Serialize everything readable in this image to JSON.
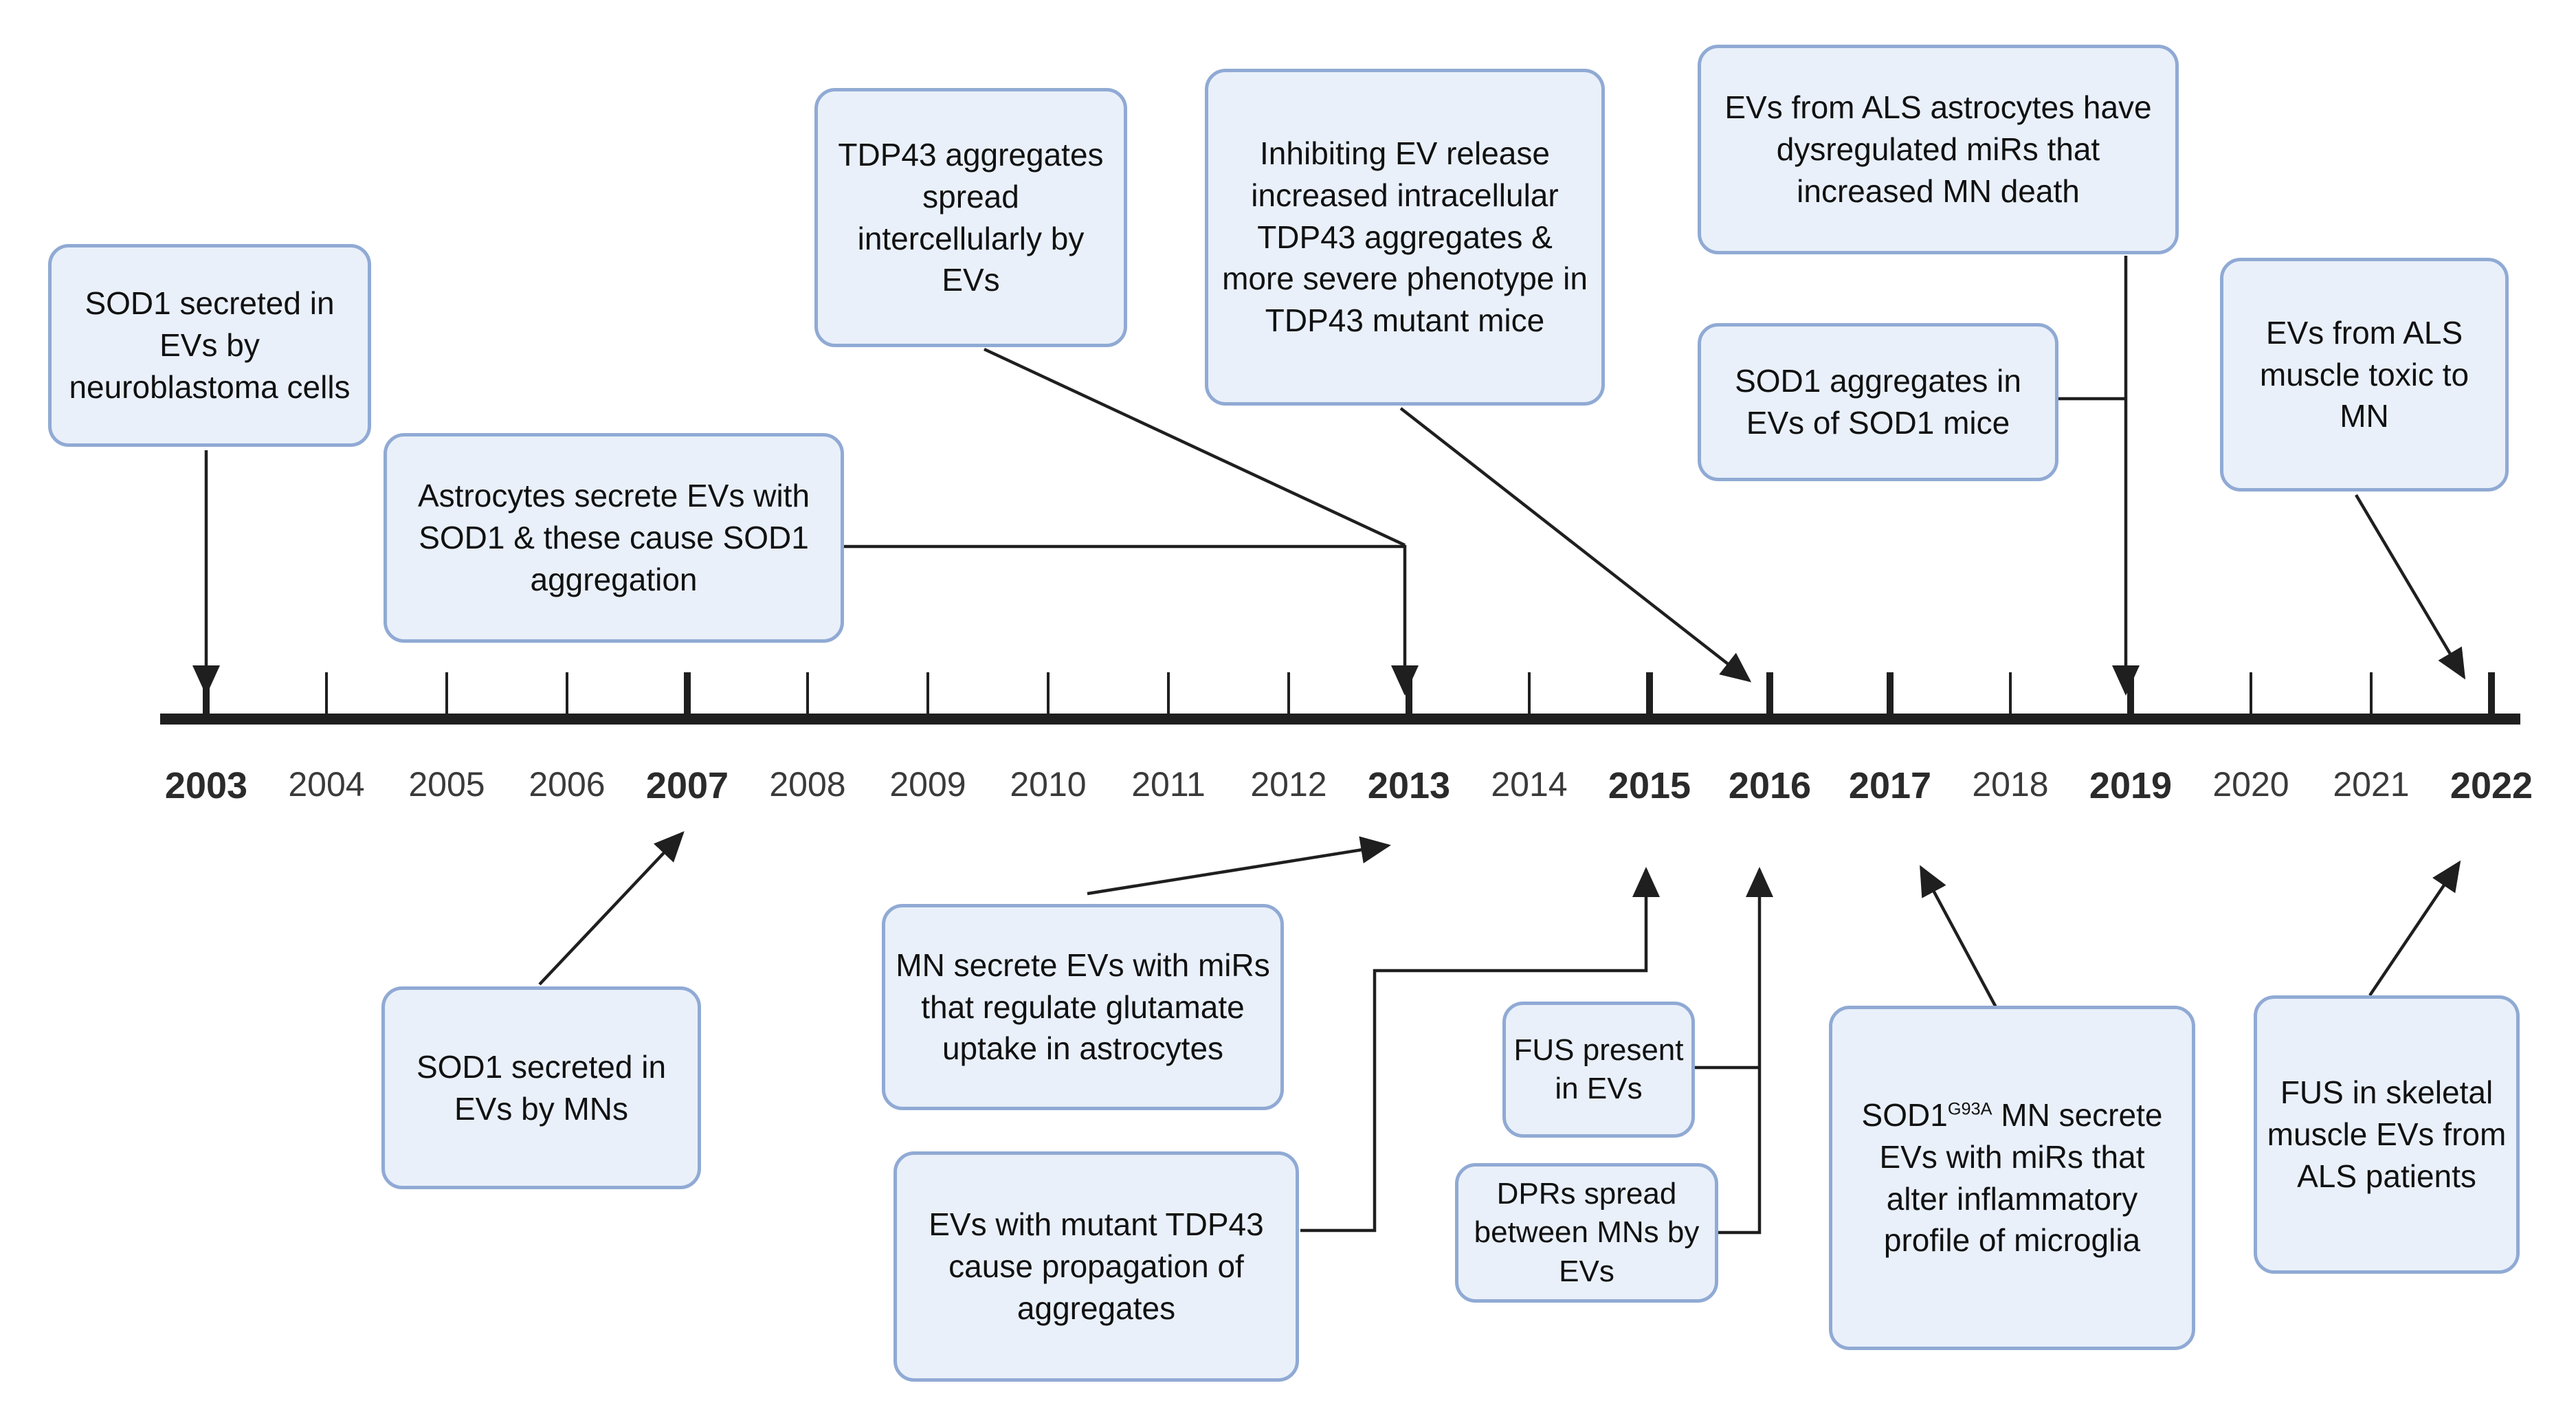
{
  "figure": {
    "description": "Timeline of extracellular vesicle (EV) discoveries in ALS from 2003 to 2022",
    "background": "#ffffff"
  },
  "colors": {
    "box_fill": "#e9f0fa",
    "box_border": "#90aad4",
    "line": "#1f1f1f",
    "year_regular": "#3a3a3a",
    "year_bold": "#2b2b2b"
  },
  "timeline": {
    "years": [
      {
        "label": "2003",
        "bold": true
      },
      {
        "label": "2004",
        "bold": false
      },
      {
        "label": "2005",
        "bold": false
      },
      {
        "label": "2006",
        "bold": false
      },
      {
        "label": "2007",
        "bold": true
      },
      {
        "label": "2008",
        "bold": false
      },
      {
        "label": "2009",
        "bold": false
      },
      {
        "label": "2010",
        "bold": false
      },
      {
        "label": "2011",
        "bold": false
      },
      {
        "label": "2012",
        "bold": false
      },
      {
        "label": "2013",
        "bold": true
      },
      {
        "label": "2014",
        "bold": false
      },
      {
        "label": "2015",
        "bold": true
      },
      {
        "label": "2016",
        "bold": true
      },
      {
        "label": "2017",
        "bold": true
      },
      {
        "label": "2018",
        "bold": false
      },
      {
        "label": "2019",
        "bold": true
      },
      {
        "label": "2020",
        "bold": false
      },
      {
        "label": "2021",
        "bold": false
      },
      {
        "label": "2022",
        "bold": true
      }
    ]
  },
  "events_above": [
    {
      "points_to": "2003",
      "text": "SOD1 secreted in EVs by neuroblastoma cells"
    },
    {
      "points_to": "2013",
      "text": "Astrocytes secrete EVs with SOD1 & these cause SOD1 aggregation"
    },
    {
      "points_to": "2013",
      "text": "TDP43 aggregates spread intercellularly by EVs"
    },
    {
      "points_to": "2016",
      "text": "Inhibiting EV release increased intracellular TDP43 aggregates & more severe phenotype in TDP43 mutant mice"
    },
    {
      "points_to": "2019",
      "text": "EVs from ALS astrocytes have dysregulated miRs that increased MN death"
    },
    {
      "points_to": "2019",
      "text": "SOD1 aggregates in EVs of SOD1 mice"
    },
    {
      "points_to": "2022",
      "text": "EVs from ALS muscle toxic to MN"
    }
  ],
  "events_below": [
    {
      "points_to": "2007",
      "text": "SOD1 secreted in EVs by MNs"
    },
    {
      "points_to": "2013",
      "text": "MN secrete EVs with miRs that regulate glutamate uptake in astrocytes"
    },
    {
      "points_to": "2015",
      "text": "EVs with mutant TDP43 cause propagation of aggregates"
    },
    {
      "points_to": "2016",
      "text": "FUS present in EVs"
    },
    {
      "points_to": "2016",
      "text": "DPRs spread between MNs by EVs"
    },
    {
      "points_to": "2017",
      "text_pre": "SOD1",
      "sup": "G93A",
      "text_post": " MN secrete EVs with miRs that alter inflammatory profile of microglia"
    },
    {
      "points_to": "2022",
      "text": "FUS in skeletal muscle EVs from ALS patients"
    }
  ]
}
